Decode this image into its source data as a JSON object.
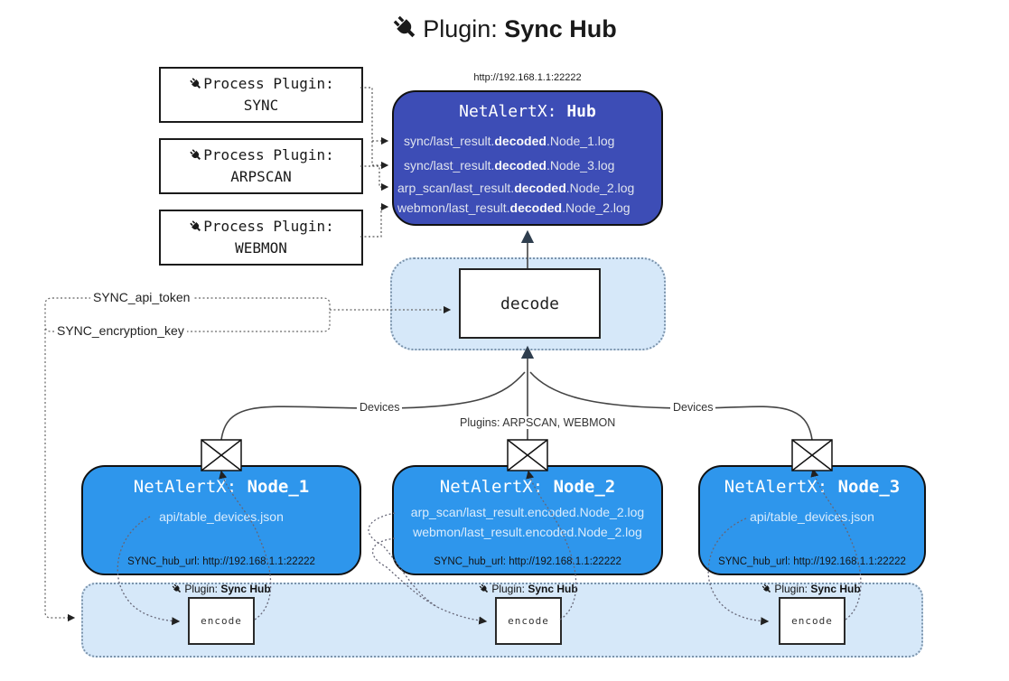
{
  "title": {
    "pre": "Plugin: ",
    "bold": "Sync Hub"
  },
  "process_plugins": {
    "label": "Process Plugin:",
    "names": [
      "SYNC",
      "ARPSCAN",
      "WEBMON"
    ]
  },
  "hub": {
    "url": "http://192.168.1.1:22222",
    "title_pre": "NetAlertX: ",
    "title_bold": "Hub",
    "lines": [
      {
        "pre": "sync/last_result.",
        "bold": "decoded",
        "post": ".Node_1.log"
      },
      {
        "pre": "sync/last_result.",
        "bold": "decoded",
        "post": ".Node_3.log"
      },
      {
        "pre": "arp_scan/last_result.",
        "bold": "decoded",
        "post": ".Node_2.log"
      },
      {
        "pre": "webmon/last_result.",
        "bold": "decoded",
        "post": ".Node_2.log"
      }
    ]
  },
  "decode": {
    "label": "decode"
  },
  "settings": {
    "api_token": "SYNC_api_token",
    "encryption_key": "SYNC_encryption_key"
  },
  "edges": {
    "devices_left": "Devices",
    "devices_right": "Devices",
    "plugins_center": "Plugins: ARPSCAN, WEBMON"
  },
  "nodes": [
    {
      "title_pre": "NetAlertX: ",
      "name": "Node_1",
      "files": [
        "api/table_devices.json"
      ],
      "hub_url": "SYNC_hub_url: http://192.168.1.1:22222"
    },
    {
      "title_pre": "NetAlertX: ",
      "name": "Node_2",
      "files": [
        "arp_scan/last_result.encoded.Node_2.log",
        "webmon/last_result.encoded.Node_2.log"
      ],
      "hub_url": "SYNC_hub_url: http://192.168.1.1:22222"
    },
    {
      "title_pre": "NetAlertX: ",
      "name": "Node_3",
      "files": [
        "api/table_devices.json"
      ],
      "hub_url": "SYNC_hub_url: http://192.168.1.1:22222"
    }
  ],
  "band": {
    "plugin_label_pre": "Plugin: ",
    "plugin_label_bold": "Sync Hub",
    "encode_label": "encode"
  },
  "colors": {
    "hub_bg": "#3d4db6",
    "node_bg": "#2e96ec",
    "panel_bg": "#d6e8f9",
    "panel_border": "#7b93ab",
    "arrow_dark": "#2f3e4e",
    "solid_line": "#444444",
    "dotted_line": "#666666"
  }
}
